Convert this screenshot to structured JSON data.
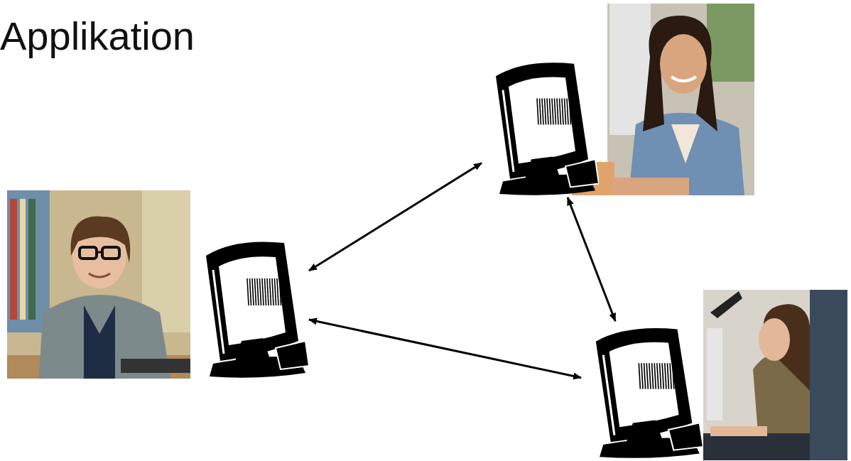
{
  "diagram": {
    "title": "Applikation",
    "nodes": [
      {
        "text": []
      },
      {
        "text": []
      },
      {
        "text": []
      }
    ],
    "edges": [
      {
        "from": 0,
        "to": 1,
        "arrow": "both"
      },
      {
        "from": 1,
        "to": 2,
        "arrow": "both"
      },
      {
        "from": 0,
        "to": 2,
        "arrow": "both"
      }
    ]
  }
}
